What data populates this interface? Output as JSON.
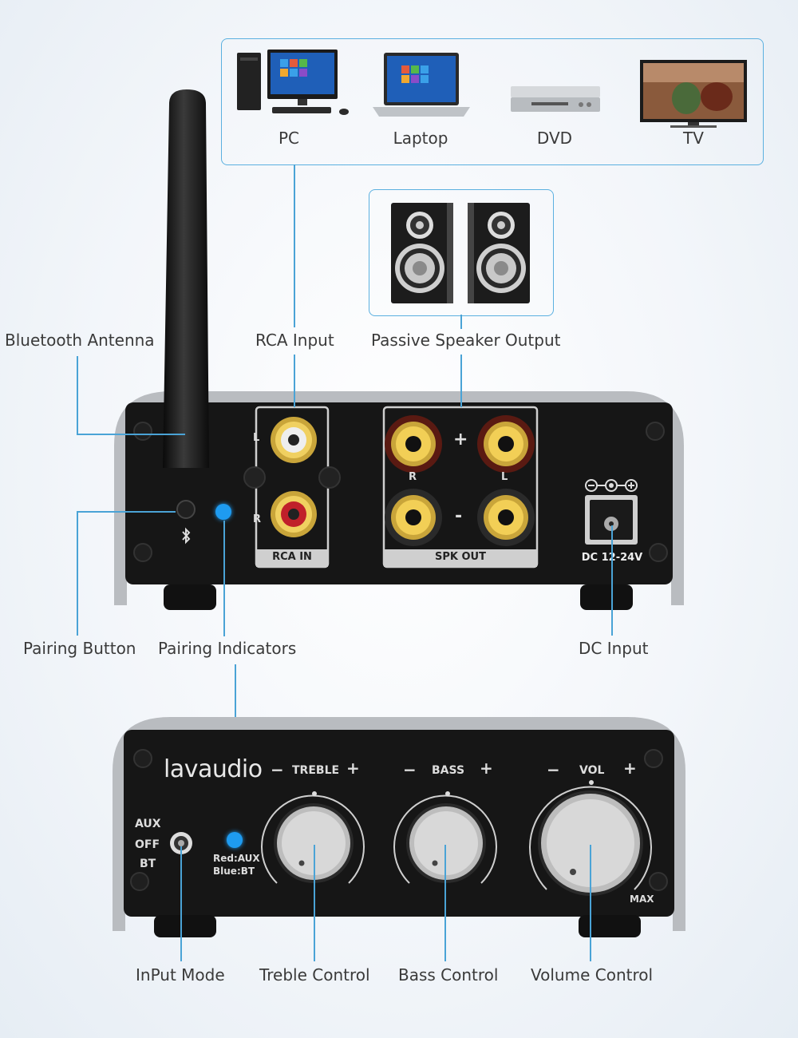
{
  "sources": [
    {
      "label": "PC",
      "icon": "desktop-pc-icon"
    },
    {
      "label": "Laptop",
      "icon": "laptop-icon"
    },
    {
      "label": "DVD",
      "icon": "dvd-player-icon"
    },
    {
      "label": "TV",
      "icon": "tv-icon"
    }
  ],
  "rear_callouts": {
    "bluetooth_antenna": "Bluetooth Antenna",
    "rca_input": "RCA Input",
    "passive_speaker_output": "Passive Speaker Output",
    "pairing_button": "Pairing Button",
    "pairing_indicators": "Pairing Indicators",
    "dc_input": "DC Input"
  },
  "rear_panel": {
    "rca_in": "RCA IN",
    "rca_l": "L",
    "rca_r": "R",
    "spk_out": "SPK OUT",
    "spk_plus": "+",
    "spk_minus": "-",
    "spk_r": "R",
    "spk_l": "L",
    "dc_label": "DC 12-24V",
    "indicator_color": "#1e9bf0"
  },
  "front_panel": {
    "brand": "lavaudio",
    "treble": "TREBLE",
    "bass": "BASS",
    "vol": "VOL",
    "minus": "−",
    "plus": "+",
    "max": "MAX",
    "mode_aux": "AUX",
    "mode_off": "OFF",
    "mode_bt": "BT",
    "led_red": "Red:AUX",
    "led_blue": "Blue:BT"
  },
  "front_callouts": {
    "input_mode": "InPut Mode",
    "treble_control": "Treble Control",
    "bass_control": "Bass Control",
    "volume_control": "Volume Control"
  },
  "colors": {
    "accent_line": "#4aa3d6",
    "panel": "#1a1a1a",
    "gold": "#d9a821"
  }
}
